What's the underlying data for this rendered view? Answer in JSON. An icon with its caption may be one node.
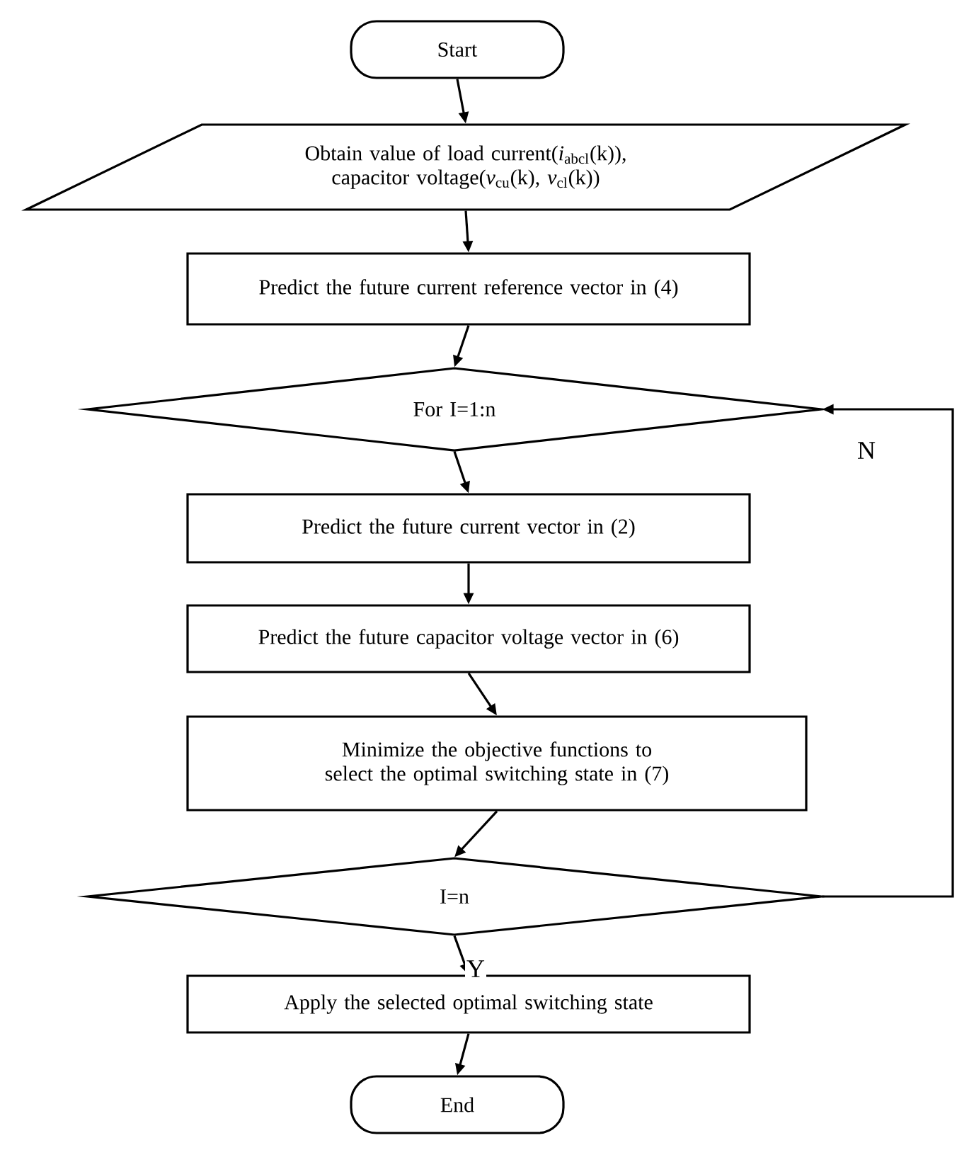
{
  "diagram": {
    "nodes": [
      {
        "text": [
          "Start"
        ]
      },
      {
        "text": [
          "Obtain value of load current(*i*$_{abcl}$(k)), capacitor voltage(*v*$_{cu}$(k), *v*$_{cl}$(k))"
        ]
      },
      {
        "text": [
          "Predict the future current reference vector in (4)"
        ]
      },
      {
        "text": [
          "For I=1:n"
        ]
      },
      {
        "text": [
          "Predict the future current vector in (2)"
        ]
      },
      {
        "text": [
          "Predict the future capacitor voltage vector in (6)"
        ]
      },
      {
        "text": [
          "Minimize the objective functions to select the optimal switching state in (7)"
        ]
      },
      {
        "text": [
          "I=n"
        ]
      },
      {
        "text": [
          "Apply the selected optimal switching state"
        ]
      },
      {
        "text": [
          "End"
        ]
      }
    ],
    "edges": [
      {
        "from": 0,
        "to": 1,
        "arrow": "to"
      },
      {
        "from": 1,
        "to": 2,
        "arrow": "to"
      },
      {
        "from": 2,
        "to": 3,
        "arrow": "to"
      },
      {
        "from": 3,
        "to": 4,
        "arrow": "to"
      },
      {
        "from": 4,
        "to": 5,
        "arrow": "to"
      },
      {
        "from": 5,
        "to": 6,
        "arrow": "to"
      },
      {
        "from": 6,
        "to": 7,
        "arrow": "to"
      },
      {
        "from": 7,
        "to": 8,
        "arrow": "to",
        "label": "Y"
      },
      {
        "from": 7,
        "to": 3,
        "arrow": "to",
        "label": "N"
      },
      {
        "from": 8,
        "to": 9,
        "arrow": "to"
      }
    ]
  }
}
